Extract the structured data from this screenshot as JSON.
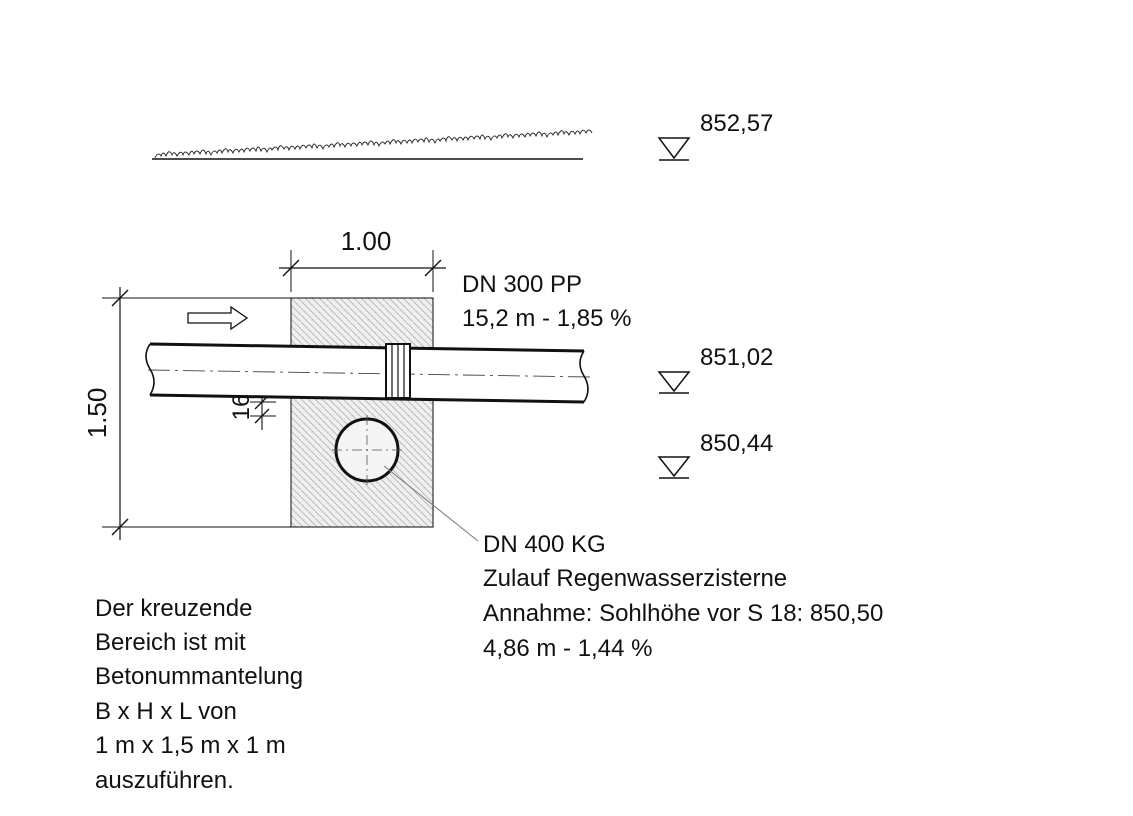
{
  "levels": {
    "ground": "852,57",
    "pipe_top": "851,02",
    "pipe_bottom": "850,44"
  },
  "dimensions": {
    "width": "1.00",
    "height": "1.50",
    "clearance": "16"
  },
  "upper_pipe": {
    "line1": "DN 300 PP",
    "line2": "15,2 m - 1,85 %"
  },
  "lower_pipe": {
    "line1": "DN 400 KG",
    "line2": "Zulauf Regenwasserzisterne",
    "line3": "Annahme: Sohlhöhe vor S 18: 850,50",
    "line4": "4,86 m - 1,44 %"
  },
  "note": {
    "line1": "Der kreuzende",
    "line2": "Bereich ist mit",
    "line3": "Betonummantelung",
    "line4": "B x H x L von",
    "line5": "1 m x 1,5 m x 1 m",
    "line6": "auszuführen."
  },
  "colors": {
    "line": "#111111",
    "concrete_fill": "#ededed",
    "hatch": "#9a9a9a"
  }
}
